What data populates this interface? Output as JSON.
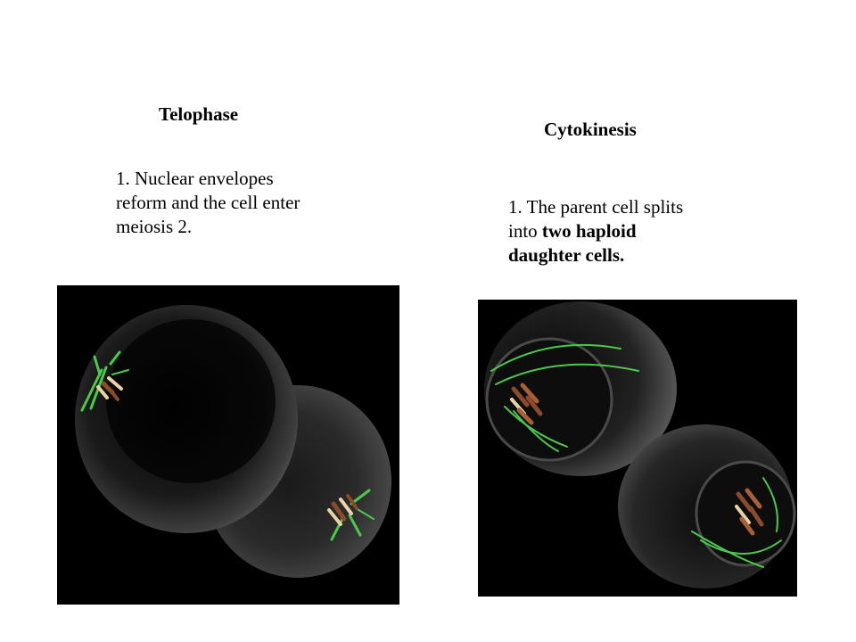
{
  "telophase": {
    "heading": "Telophase",
    "text_line1": "1. Nuclear envelopes",
    "text_line2": "reform and the cell enter",
    "text_line3": "meiosis 2."
  },
  "cytokinesis": {
    "heading": "Cytokinesis",
    "text_line1": "1.  The parent cell splits",
    "text_line2_a": "into ",
    "text_line2_b": "two haploid",
    "text_line3": "daughter cells."
  },
  "colors": {
    "background": "#ffffff",
    "text": "#000000",
    "image_bg": "#000000",
    "cell_gray": "#3a3a3a",
    "spindle_green": "#4cc94c",
    "chromosome_brown": "#8b4a2b",
    "chromosome_light": "#e8d2a8"
  }
}
